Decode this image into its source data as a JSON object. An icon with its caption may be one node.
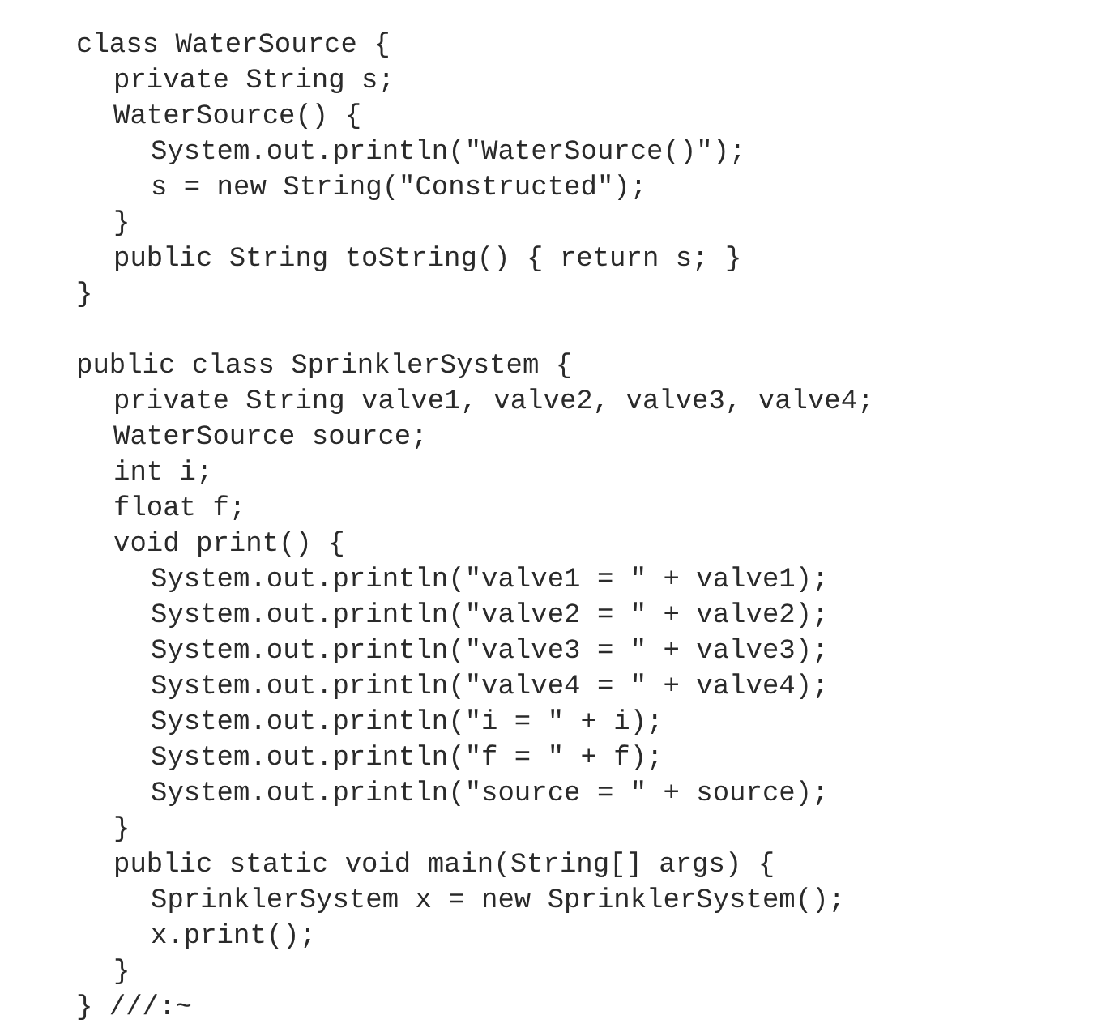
{
  "diagram": {
    "labels": [
      "class WaterSource {",
      "private String s;",
      "WaterSource() {",
      "System.out.println(\"WaterSource()\");",
      "s = new String(\"Constructed\");",
      "}",
      "public String toString() { return s; }",
      "}",
      "public class SprinklerSystem {",
      "private String valve1, valve2, valve3, valve4;",
      "WaterSource source;",
      "int i;",
      "float f;",
      "void print() {",
      "System.out.println(\"valve1 = \" + valve1);",
      "System.out.println(\"valve2 = \" + valve2);",
      "System.out.println(\"valve3 = \" + valve3);",
      "System.out.println(\"valve4 = \" + valve4);",
      "System.out.println(\"i = \" + i);",
      "System.out.println(\"f = \" + f);",
      "System.out.println(\"source = \" + source);",
      "}",
      "public static void main(String[] args) {",
      "SprinklerSystem x = new SprinklerSystem();",
      "x.print();",
      "}",
      "} ///:~"
    ]
  }
}
